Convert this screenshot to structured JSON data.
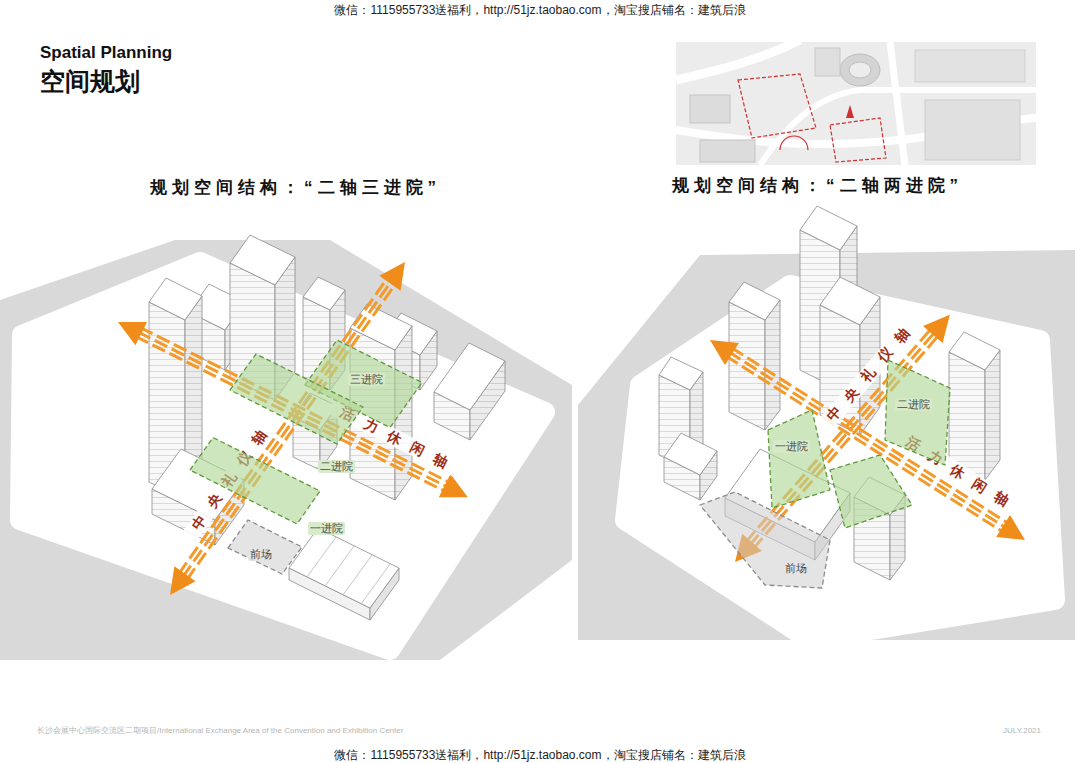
{
  "diagram": {
    "title": "空间规划",
    "nodes": [
      {
        "text": [
          "三进院"
        ]
      },
      {
        "text": [
          "二进院"
        ]
      },
      {
        "text": [
          "一进院"
        ]
      },
      {
        "text": [
          "前场"
        ]
      },
      {
        "text": [
          "二进院"
        ]
      },
      {
        "text": [
          "一进院"
        ]
      },
      {
        "text": [
          "前场"
        ]
      }
    ],
    "labels": [
      "微信：1115955733送福利，http://51jz.taobao.com，淘宝搜店铺名：建筑后浪",
      "Spatial Planning",
      "规划空间结构：“二轴三进院”",
      "规划空间结构：“二轴两进院”",
      "中央礼仪轴",
      "活力休闲轴",
      "中央礼仪轴",
      "活力休闲轴",
      "长沙会展中心国际交流区二期项目/International Exchange Area of the Convention and Exhibition Center",
      "JULY.2021",
      "微信：1115955733送福利，http://51jz.taobao.com，淘宝搜店铺名：建筑后浪"
    ]
  }
}
